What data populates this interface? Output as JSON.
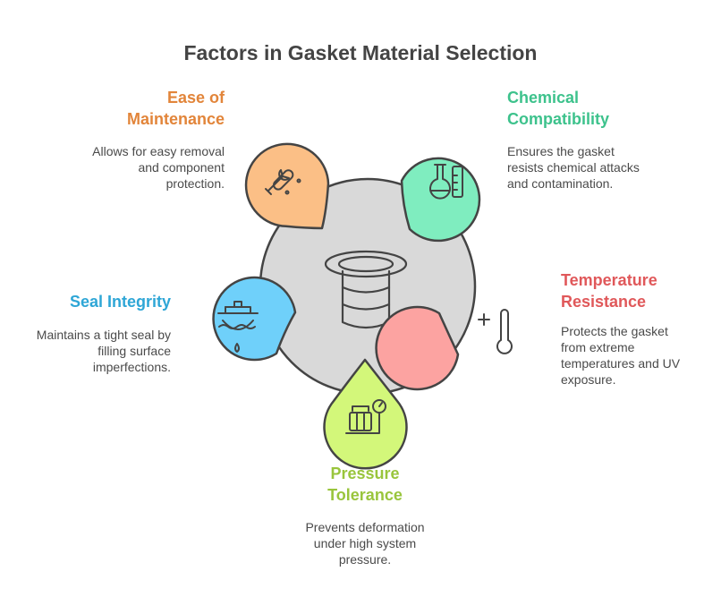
{
  "title": "Factors in Gasket Material Selection",
  "factors": [
    {
      "name": "Ease of Maintenance",
      "line1": "Ease of",
      "line2": "Maintenance",
      "desc1": "Allows for easy removal",
      "desc2": "and component",
      "desc3": "protection.",
      "color": "#E2853A",
      "fill": "#FBBF86",
      "icon": "tools-icon"
    },
    {
      "name": "Chemical Compatibility",
      "line1": "Chemical",
      "line2": "Compatibility",
      "desc1": "Ensures the gasket",
      "desc2": "resists chemical attacks",
      "desc3": "and contamination.",
      "color": "#3DC28C",
      "fill": "#7FEDBF",
      "icon": "flask-icon"
    },
    {
      "name": "Temperature Resistance",
      "line1": "Temperature",
      "line2": "Resistance",
      "desc1": "Protects the gasket",
      "desc2": "from extreme",
      "desc3": "temperatures and UV",
      "desc4": "exposure.",
      "color": "#E0585A",
      "fill": "#FCA3A1",
      "icon": "thermometer-icon"
    },
    {
      "name": "Pressure Tolerance",
      "line1": "Pressure",
      "line2": "Tolerance",
      "desc1": "Prevents deformation",
      "desc2": "under high system",
      "desc3": "pressure.",
      "color": "#99C53C",
      "fill": "#D3F77A",
      "icon": "pressure-gauge-icon"
    },
    {
      "name": "Seal Integrity",
      "line1": "Seal Integrity",
      "desc1": "Maintains a tight seal by",
      "desc2": "filling surface",
      "desc3": "imperfections.",
      "color": "#2EA6D6",
      "fill": "#6FD0FA",
      "icon": "seal-drip-icon"
    }
  ],
  "center_icon": "gasket-cylinder-icon",
  "center_fill": "#D9D9D9"
}
